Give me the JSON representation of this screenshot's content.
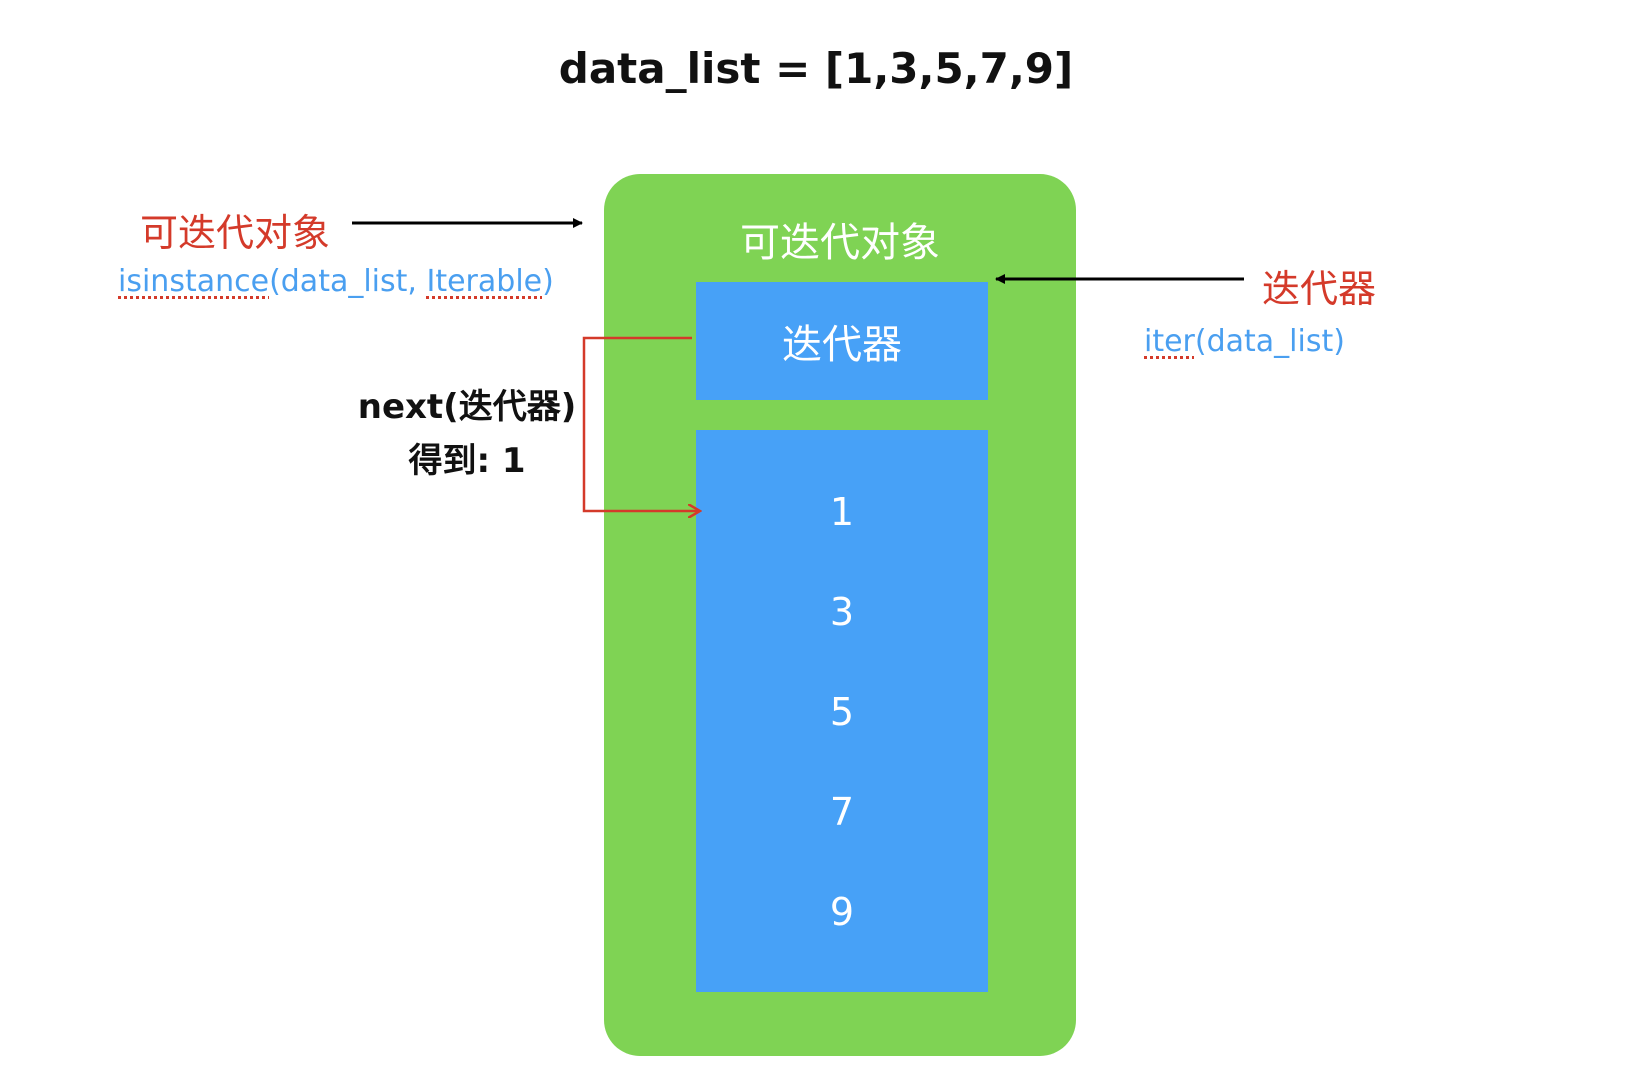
{
  "title": "data_list = [1,3,5,7,9]",
  "iterable": {
    "label": "可迭代对象",
    "inner_label": "可迭代对象",
    "check_code_parts": [
      "isinstance",
      "(data_list, ",
      "Iterable",
      ")"
    ]
  },
  "iterator": {
    "label": "迭代器",
    "inner_label": "迭代器",
    "create_code_parts": [
      "iter",
      "(data_list)"
    ]
  },
  "next_call": {
    "line1": "next(迭代器)",
    "line2": "得到: 1"
  },
  "data_values": [
    "1",
    "3",
    "5",
    "7",
    "9"
  ],
  "colors": {
    "outer_box": "#7fd354",
    "inner_box": "#47a1f7",
    "label_red": "#d43a2a",
    "code_blue": "#4a9ff0"
  }
}
